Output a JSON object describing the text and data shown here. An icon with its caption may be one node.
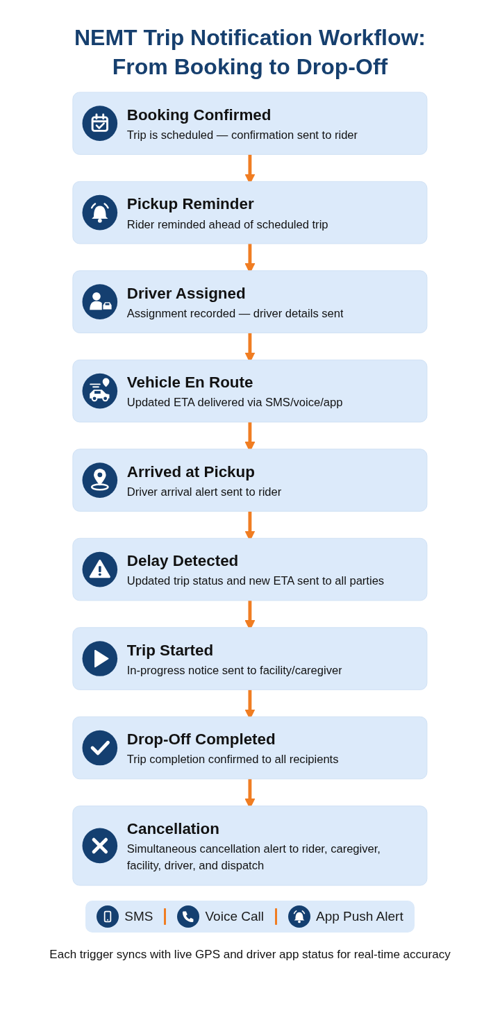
{
  "diagram": {
    "title": "NEMT Trip Notification Workflow: From Booking to Drop-Off",
    "caption": "Each trigger syncs with live GPS and driver app status for real-time accuracy",
    "nodes": [
      {
        "text": [
          "Booking Confirmed",
          "Trip is scheduled — confirmation sent to rider"
        ]
      },
      {
        "text": [
          "Pickup Reminder",
          "Rider reminded ahead of scheduled trip"
        ]
      },
      {
        "text": [
          "Driver Assigned",
          "Assignment recorded — driver details sent"
        ]
      },
      {
        "text": [
          "Vehicle En Route",
          "Updated ETA delivered via SMS/voice/app"
        ]
      },
      {
        "text": [
          "Arrived at Pickup",
          "Driver arrival alert sent to rider"
        ]
      },
      {
        "text": [
          "Delay Detected",
          "Updated trip status and new ETA sent to all parties"
        ]
      },
      {
        "text": [
          "Trip Started",
          "In-progress notice sent to facility/caregiver"
        ]
      },
      {
        "text": [
          "Drop-Off Completed",
          "Trip completion confirmed to all recipients"
        ]
      },
      {
        "text": [
          "Cancellation",
          "Simultaneous cancellation alert to rider, caregiver, facility, driver, and dispatch"
        ]
      }
    ],
    "edges": [
      {
        "from": 0,
        "to": 1,
        "arrow": "to"
      },
      {
        "from": 1,
        "to": 2,
        "arrow": "to"
      },
      {
        "from": 2,
        "to": 3,
        "arrow": "to"
      },
      {
        "from": 3,
        "to": 4,
        "arrow": "to"
      },
      {
        "from": 4,
        "to": 5,
        "arrow": "to"
      },
      {
        "from": 5,
        "to": 6,
        "arrow": "to"
      },
      {
        "from": 6,
        "to": 7,
        "arrow": "to"
      },
      {
        "from": 7,
        "to": 8,
        "arrow": "to"
      }
    ],
    "labels": [
      "SMS",
      "Voice Call",
      "App Push Alert"
    ]
  }
}
